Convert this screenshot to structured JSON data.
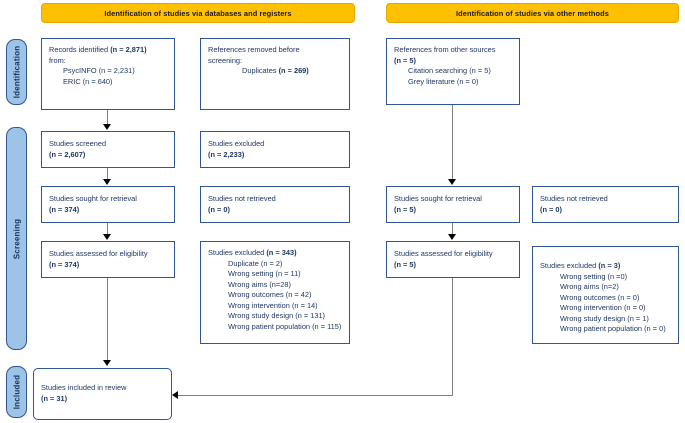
{
  "headers": {
    "databases": "Identification of studies via databases and registers",
    "other": "Identification of studies via other methods"
  },
  "stages": {
    "identification": "Identification",
    "screening": "Screening",
    "included": "Included"
  },
  "boxes": {
    "records_identified": {
      "line1_main": "Records identified ",
      "line1_bold": "(n = 2,871)",
      "line2": "from:",
      "source1": "PsycINFO (n = 2,231)",
      "source2": "ERIC (n = 640)"
    },
    "references_removed": {
      "line1": "References removed before",
      "line2": "screening:",
      "duplicates_label": "Duplicates ",
      "duplicates_value": "(n = 269)"
    },
    "studies_screened": {
      "label": "Studies screened",
      "value": "(n = 2,607)"
    },
    "studies_excluded_screening": {
      "label": "Studies excluded",
      "value": "(n = 2,233)"
    },
    "sought_retrieval_left": {
      "label": "Studies sought for retrieval",
      "value": "(n = 374)"
    },
    "not_retrieved_left": {
      "label": "Studies not retrieved",
      "value": "(n = 0)"
    },
    "assessed_eligibility_left": {
      "label": "Studies assessed for eligibility",
      "value": "(n = 374)"
    },
    "excluded_left": {
      "title_label": "Studies excluded ",
      "title_value": "(n = 343)",
      "reasons": [
        "Duplicate (n = 2)",
        "Wrong setting (n = 11)",
        "Wrong aims (n=28)",
        "Wrong outcomes (n = 42)",
        "Wrong intervention (n = 14)",
        "Wrong study design (n = 131)",
        "Wrong patient population (n = 115)"
      ]
    },
    "references_other_sources": {
      "line1": "References from other sources",
      "line1_value": "(n = 5)",
      "source1": "Citation searching (n = 5)",
      "source2": "Grey literature (n = 0)"
    },
    "sought_retrieval_right": {
      "label": "Studies sought for retrieval",
      "value": "(n = 5)"
    },
    "not_retrieved_right": {
      "label": "Studies not retrieved",
      "value": "(n = 0)"
    },
    "assessed_eligibility_right": {
      "label": "Studies assessed for eligibility",
      "value": "(n = 5)"
    },
    "excluded_right": {
      "title_label": "Studies excluded ",
      "title_value": "(n = 3)",
      "reasons": [
        "Wrong setting (n =0)",
        "Wrong aims (n=2)",
        "Wrong outcomes (n = 0)",
        "Wrong intervention (n = 0)",
        "Wrong study design (n = 1)",
        "Wrong patient population (n = 0)"
      ]
    },
    "studies_included": {
      "label": "Studies included in review",
      "value": "(n = 31)"
    }
  },
  "colors": {
    "header_fill": "#FFC000",
    "stage_fill": "#9DC3E6",
    "box_border": "#2F5597",
    "text": "#1F3864",
    "connector": "#808080"
  }
}
